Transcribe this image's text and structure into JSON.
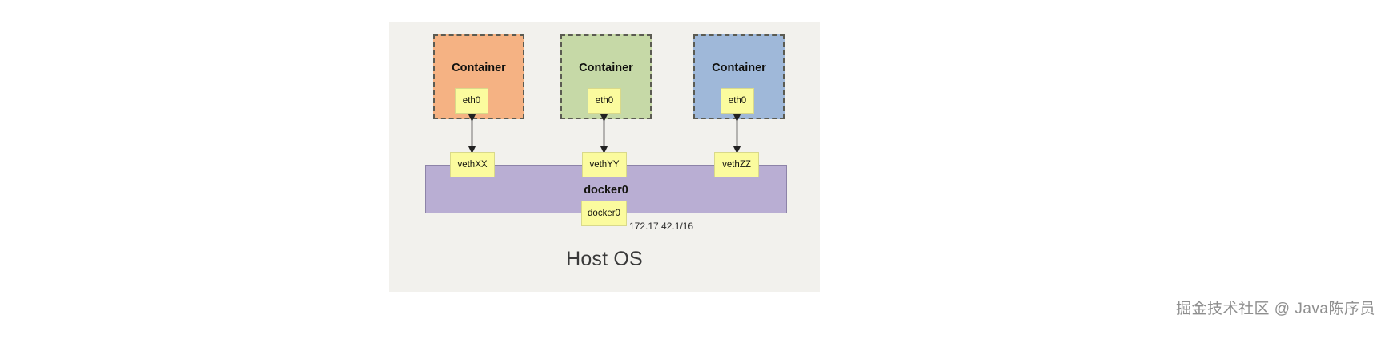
{
  "diagram": {
    "host": {
      "label": "Host OS"
    },
    "containers": [
      {
        "title": "Container",
        "iface": "eth0",
        "color": "#f5b283",
        "veth": "vethXX"
      },
      {
        "title": "Container",
        "iface": "eth0",
        "color": "#c6d9a7",
        "veth": "vethYY"
      },
      {
        "title": "Container",
        "iface": "eth0",
        "color": "#9fb8d9",
        "veth": "vethZZ"
      }
    ],
    "bridge": {
      "title": "docker0",
      "iface": "docker0",
      "ip": "172.17.42.1/16",
      "color": "#b9aed3"
    },
    "colors": {
      "panel": "#f2f1ed",
      "note": "#fbfb9e",
      "border_dashed": "#5b5b52",
      "arrow": "#222222"
    }
  },
  "watermark": {
    "text": "掘金技术社区 @ Java陈序员"
  }
}
